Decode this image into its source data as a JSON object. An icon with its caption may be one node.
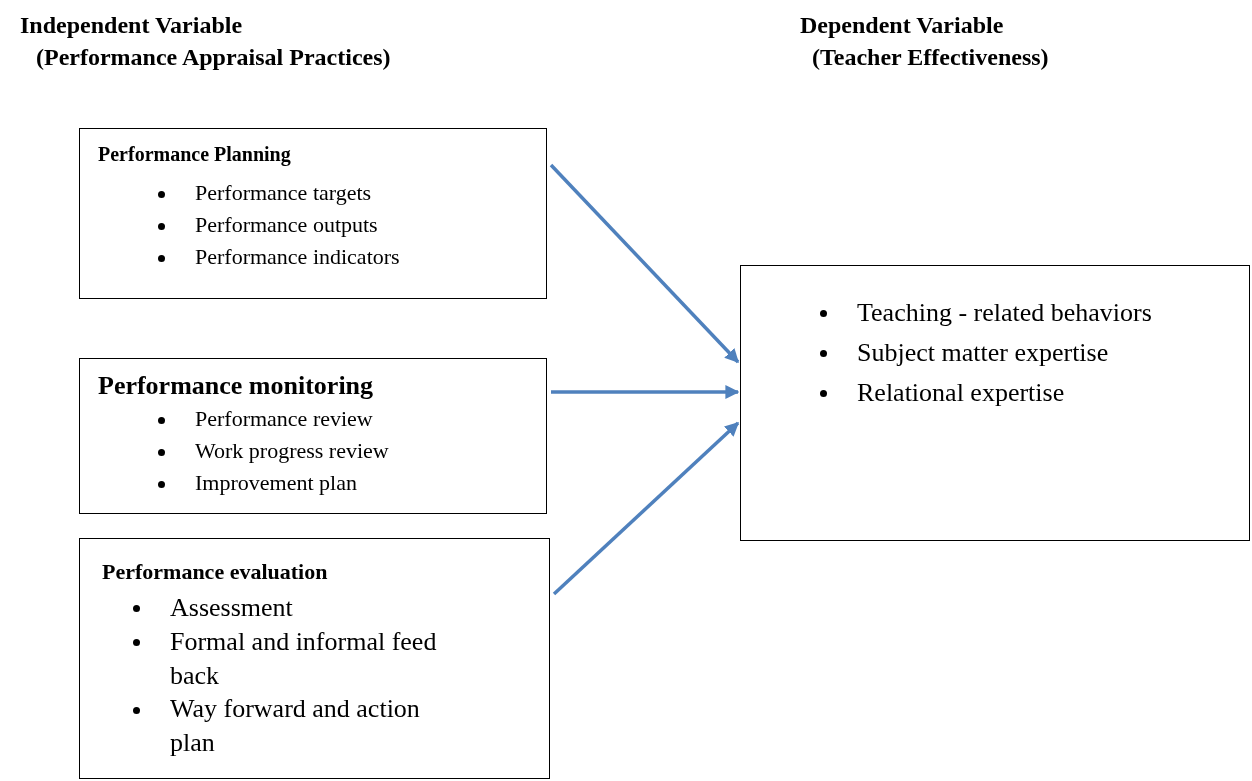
{
  "diagram": {
    "nodes": [
      {
        "text": [
          "Performance Planning",
          "Performance targets",
          "Performance outputs",
          "Performance indicators"
        ]
      },
      {
        "text": [
          "Performance monitoring",
          "Performance review",
          "Work progress review",
          "Improvement plan"
        ]
      },
      {
        "text": [
          "Performance evaluation",
          "Assessment",
          "Formal and informal feed back",
          "Way forward and action plan"
        ]
      },
      {
        "text": [
          "Teaching -  related behaviors",
          "Subject matter expertise",
          "Relational expertise"
        ]
      }
    ],
    "edges": [
      {
        "from": 0,
        "to": 3,
        "arrow": "to"
      },
      {
        "from": 1,
        "to": 3,
        "arrow": "to"
      },
      {
        "from": 2,
        "to": 3,
        "arrow": "to"
      }
    ],
    "labels": [
      "Independent Variable",
      "(Performance Appraisal Practices)",
      "Dependent Variable",
      "(Teacher Effectiveness)"
    ]
  }
}
